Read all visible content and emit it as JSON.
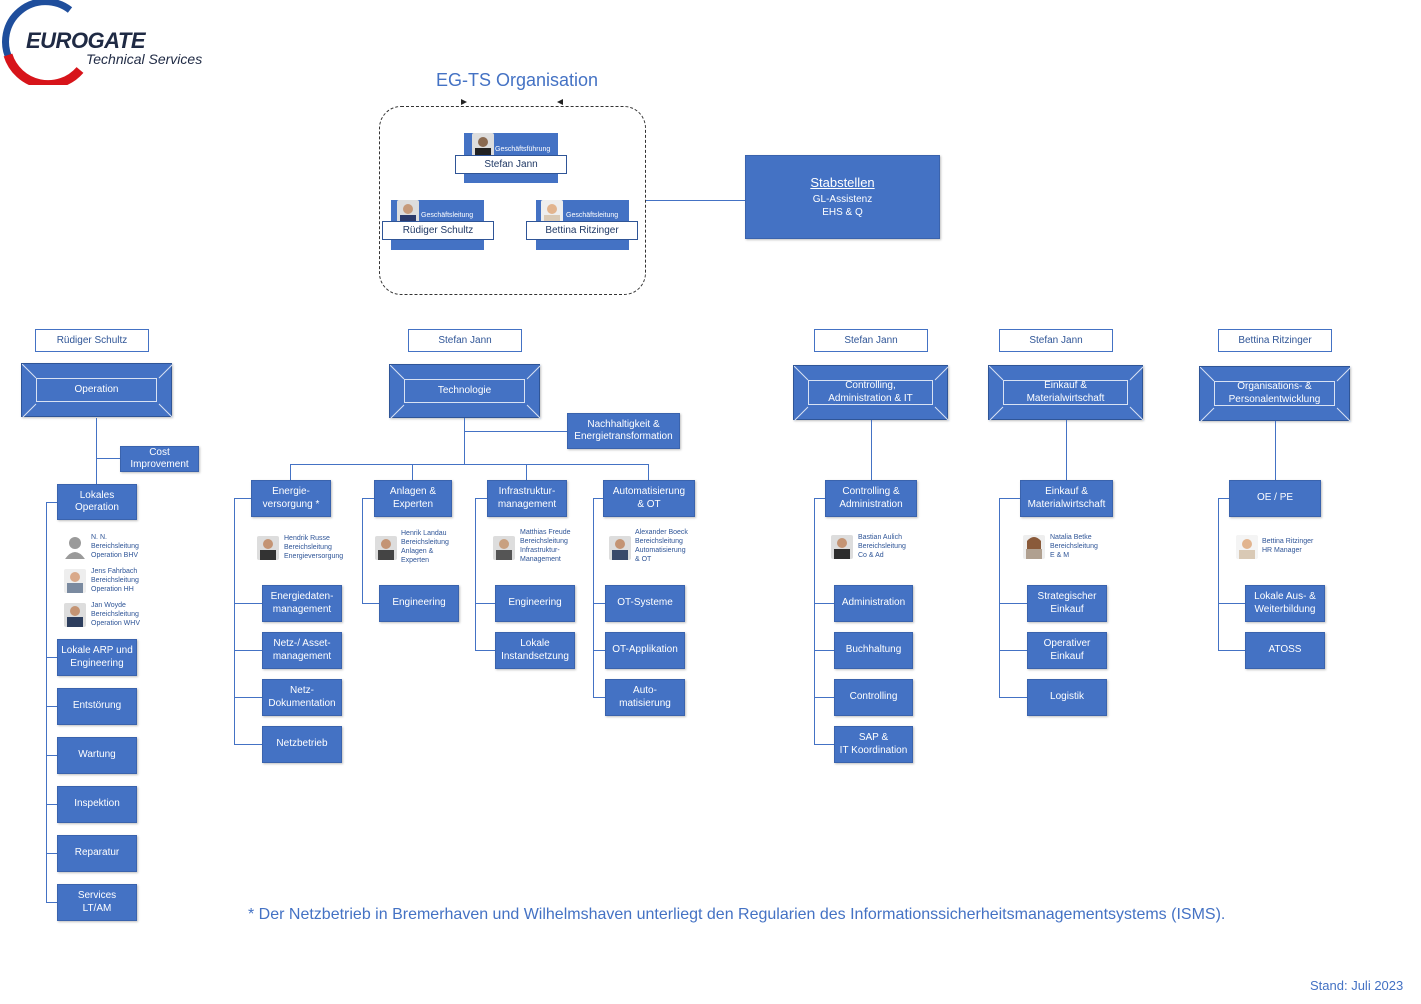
{
  "logo": {
    "brand": "EUROGATE",
    "subtitle": "Technical Services"
  },
  "title": "EG-TS Organisation",
  "executives": [
    {
      "role": "Geschäftsführung",
      "name": "Stefan Jann"
    },
    {
      "role": "Geschäftsleitung",
      "name": "Rüdiger Schultz"
    },
    {
      "role": "Geschäftsleitung",
      "name": "Bettina Ritzinger"
    }
  ],
  "staff": {
    "title": "Stabstellen",
    "line1": "GL-Assistenz",
    "line2": "EHS & Q"
  },
  "leads": [
    "Rüdiger Schultz",
    "Stefan Jann",
    "Stefan Jann",
    "Stefan Jann",
    "Bettina Ritzinger"
  ],
  "divisions": [
    "Operation",
    "Technologie",
    "Controlling,\nAdministration & IT",
    "Einkauf &\nMaterialwirtschaft",
    "Organisations- &\nPersonalentwicklung"
  ],
  "op": {
    "cost": "Cost\nImprovement",
    "lokal": "Lokales\nOperation",
    "people": [
      "N. N.\nBereichsleitung\nOperation BHV",
      "Jens Fahrbach\nBereichsleitung\nOperation HH",
      "Jan Woyde\nBereichsleitung\nOperation WHV"
    ],
    "units": [
      "Lokale ARP und\nEngineering",
      "Entstörung",
      "Wartung",
      "Inspektion",
      "Reparatur",
      "Services\nLT/AM"
    ]
  },
  "tech": {
    "nachhaltigkeit": "Nachhaltigkeit &\nEnergietransformation",
    "subs": [
      "Energie-\nversorgung *",
      "Anlagen &\nExperten",
      "Infrastruktur-\nmanagement",
      "Automatisierung\n& OT"
    ],
    "people": [
      "Hendrik Russe\nBereichsleitung\nEnergieversorgung",
      "Henrik Landau\nBereichsleitung\nAnlagen &\nExperten",
      "Matthias Freude\nBereichsleitung\nInfrastruktur-\nManagement",
      "Alexander Boeck\nBereichsleitung\nAutomatisierung\n& OT"
    ],
    "energie_units": [
      "Energiedaten-\nmanagement",
      "Netz-/ Asset-\nmanagement",
      "Netz-\nDokumentation",
      "Netzbetrieb"
    ],
    "anlagen_units": [
      "Engineering"
    ],
    "infra_units": [
      "Engineering",
      "Lokale\nInstandsetzung"
    ],
    "auto_units": [
      "OT-Systeme",
      "OT-Applikation",
      "Auto-\nmatisierung"
    ]
  },
  "ctrl": {
    "sub": "Controlling &\nAdministration",
    "person": "Bastian Aulich\nBereichsleitung\nCo & Ad",
    "units": [
      "Administration",
      "Buchhaltung",
      "Controlling",
      "SAP &\nIT Koordination"
    ]
  },
  "einkauf": {
    "sub": "Einkauf &\nMaterialwirtschaft",
    "person": "Natalia Betke\nBereichsleitung\nE & M",
    "units": [
      "Strategischer\nEinkauf",
      "Operativer\nEinkauf",
      "Logistik"
    ]
  },
  "orga": {
    "sub": "OE / PE",
    "person": "Bettina Ritzinger\nHR Manager",
    "units": [
      "Lokale Aus- &\nWeiterbildung",
      "ATOSS"
    ]
  },
  "footnote": "* Der Netzbetrieb in Bremerhaven und Wilhelmshaven unterliegt den Regularien des Informationssicherheitsmanagementsystems (ISMS).",
  "stand": "Stand: Juli 2023",
  "colors": {
    "box": "#4472c4",
    "title": "#4472c4",
    "logo_red": "#d7141a",
    "logo_blue": "#1f4e9c"
  }
}
